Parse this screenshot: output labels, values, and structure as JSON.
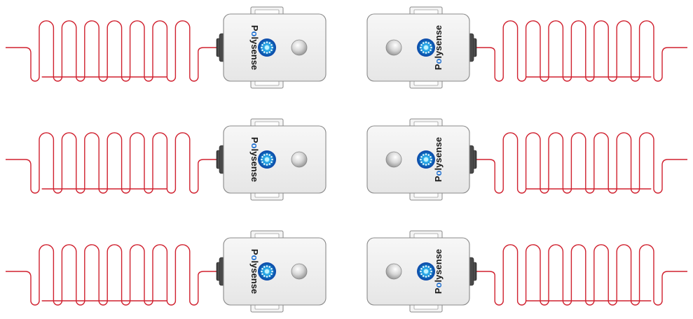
{
  "diagram": {
    "brand_text": "Polysense",
    "brand_prefix": "P",
    "brand_accent_letter": "o",
    "brand_suffix": "lysense",
    "colors": {
      "cable": "#d0202e",
      "housing": "#f2f2f2",
      "housing_border": "#8a8a8a",
      "connector": "#4a4a4a",
      "accent": "#1e6fd0",
      "led": "#c9c9c9"
    },
    "icons": [
      "polysense-logo-icon",
      "led-indicator-icon",
      "mounting-bracket-icon",
      "cable-connector-icon"
    ],
    "units": [
      {
        "name": "sensor-unit-top-left",
        "orientation": "left"
      },
      {
        "name": "sensor-unit-top-right",
        "orientation": "right"
      },
      {
        "name": "sensor-unit-middle-left",
        "orientation": "left"
      },
      {
        "name": "sensor-unit-middle-right",
        "orientation": "right"
      },
      {
        "name": "sensor-unit-bottom-left",
        "orientation": "left"
      },
      {
        "name": "sensor-unit-bottom-right",
        "orientation": "right"
      }
    ]
  }
}
